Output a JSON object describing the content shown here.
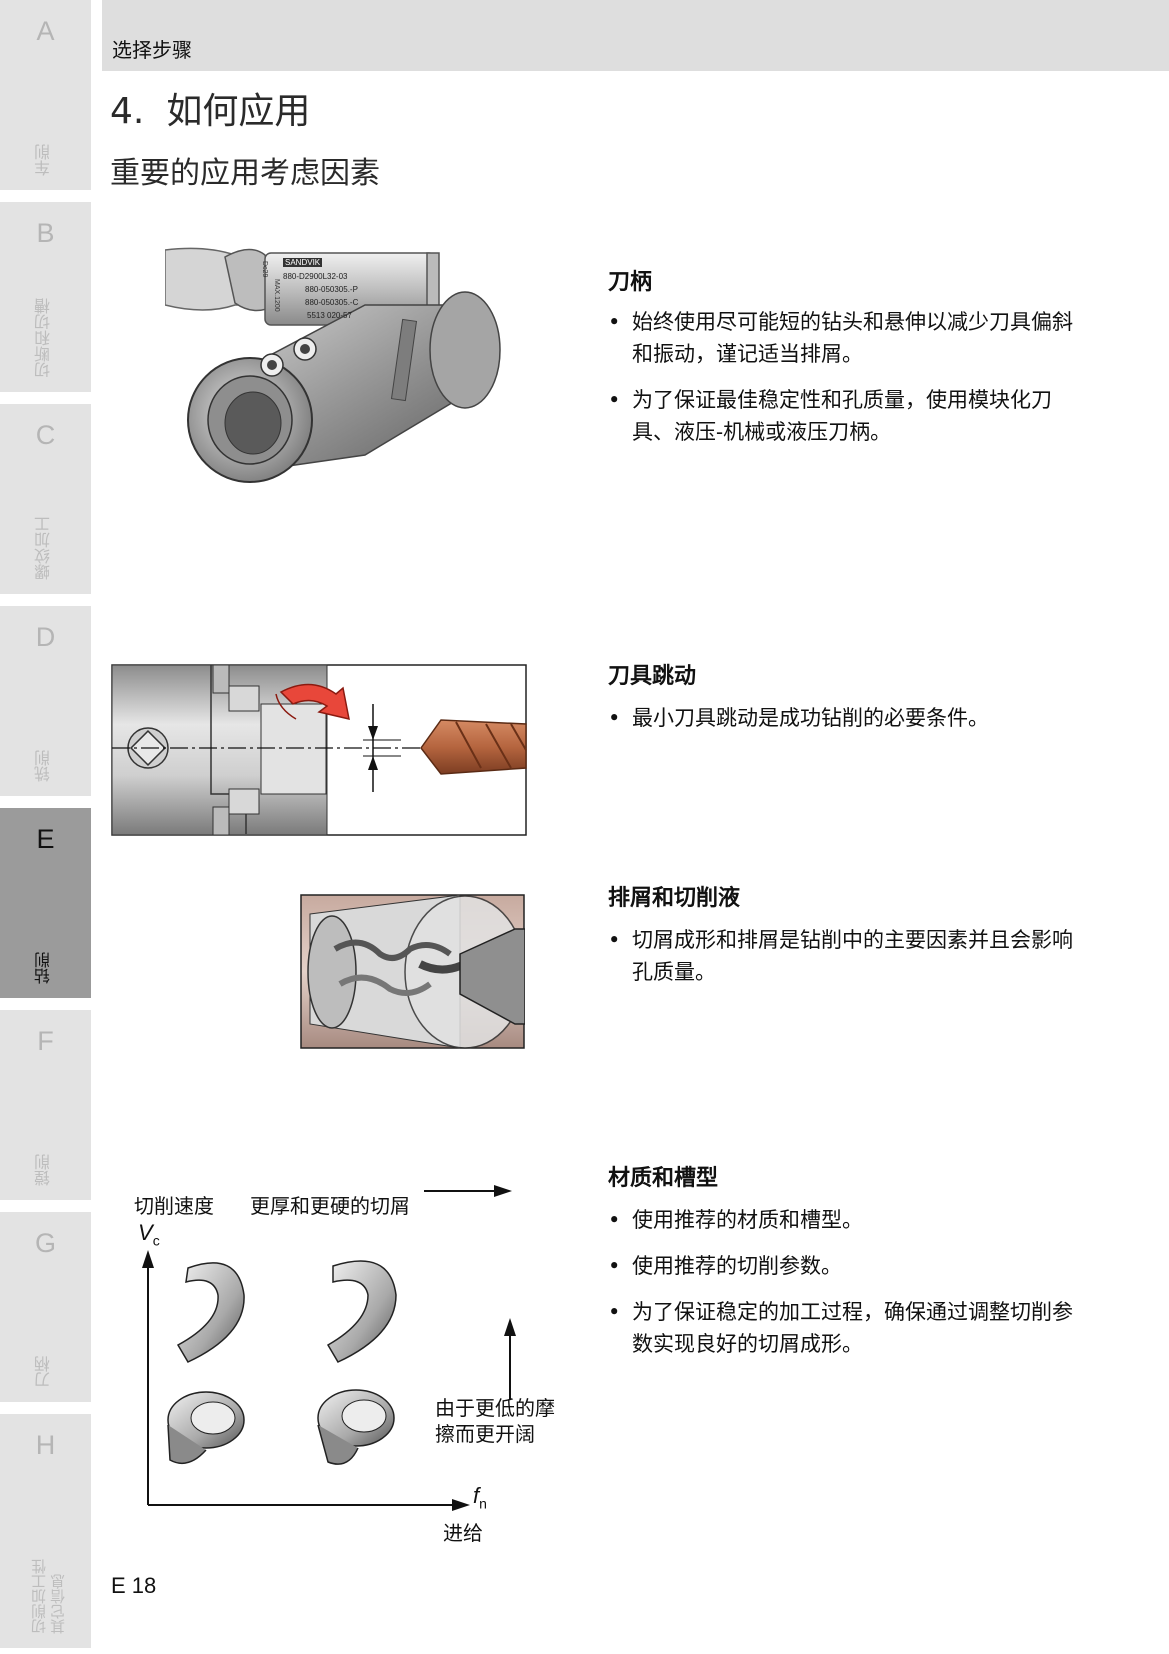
{
  "side_tabs": [
    {
      "letter": "A",
      "name": "车削",
      "active": false
    },
    {
      "letter": "B",
      "name": "切断和切槽",
      "active": false
    },
    {
      "letter": "C",
      "name": "螺纹加工",
      "active": false
    },
    {
      "letter": "D",
      "name": "铣削",
      "active": false
    },
    {
      "letter": "E",
      "name": "钻削",
      "active": true
    },
    {
      "letter": "F",
      "name": "镗削",
      "active": false
    },
    {
      "letter": "G",
      "name": "刀柄",
      "active": false
    },
    {
      "letter": "H",
      "name": "切削加工性\n其它信息",
      "active": false
    }
  ],
  "header": {
    "text": "选择步骤"
  },
  "section": {
    "number": "4.",
    "title": "如何应用",
    "subtitle": "重要的应用考虑因素"
  },
  "blocks": [
    {
      "heading": "刀柄",
      "bullets": [
        "始终使用尽可能短的钻头和悬伸以减少刀具偏斜和振动，谨记适当排屑。",
        "为了保证最佳稳定性和孔质量，使用模块化刀具、液压-机械或液压刀柄。"
      ]
    },
    {
      "heading": "刀具跳动",
      "bullets": [
        "最小刀具跳动是成功钻削的必要条件。"
      ]
    },
    {
      "heading": "排屑和切削液",
      "bullets": [
        "切屑成形和排屑是钻削中的主要因素并且会影响孔质量。"
      ]
    },
    {
      "heading": "材质和槽型",
      "bullets": [
        "使用推荐的材质和槽型。",
        "使用推荐的切削参数。",
        "为了保证稳定的加工过程，确保通过调整切削参数实现良好的切屑成形。"
      ]
    }
  ],
  "holder_figure": {
    "brand": "SANDVIK",
    "marks": [
      "880-D2900L32-03",
      "880-050305.-P",
      "880-050305.-C",
      "5513 020-57"
    ],
    "side_marks": [
      "Dc29",
      "MAX.1200"
    ]
  },
  "chip_diagram": {
    "label_speed": "切削速度",
    "label_thicker": "更厚和更硬的切屑",
    "y_axis": "V",
    "y_sub": "c",
    "x_axis": "f",
    "x_sub": "n",
    "label_feed": "进给",
    "label_friction": "由于更低的摩擦而更开阔"
  },
  "page_number": "E 18",
  "colors": {
    "tab_bg": "#e3e3e3",
    "tab_active": "#9b9b9b",
    "header_band": "#dedede",
    "runout_arrow": "#e8473a",
    "drill_copper": "#b5653f"
  }
}
